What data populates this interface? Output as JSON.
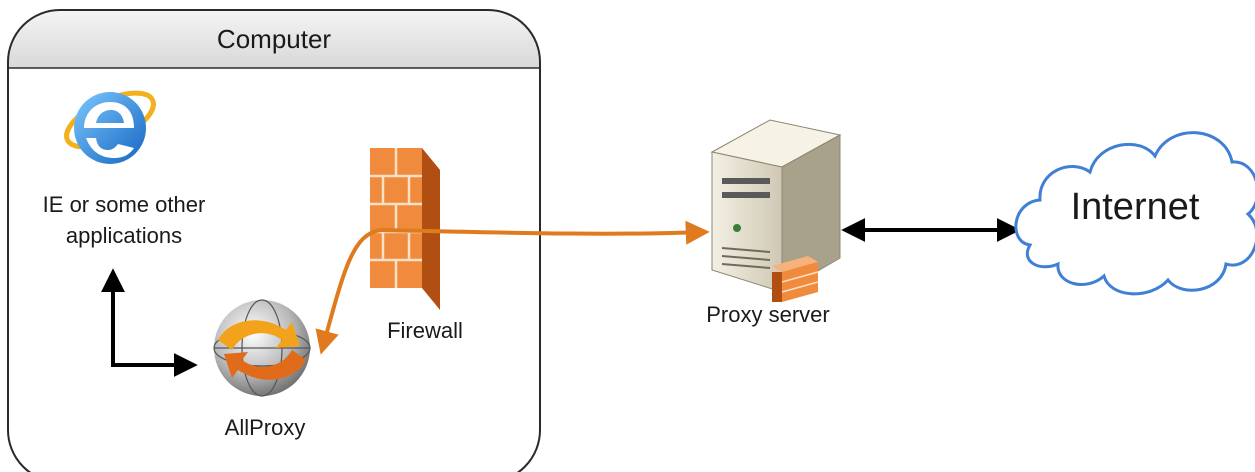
{
  "computer": {
    "title": "Computer"
  },
  "applications": {
    "label": "IE or some other applications",
    "icon": "internet-explorer-icon"
  },
  "allproxy": {
    "label": "AllProxy",
    "icon": "allproxy-globe-icon"
  },
  "firewall": {
    "label": "Firewall",
    "icon": "brick-firewall-icon"
  },
  "proxy_server": {
    "label": "Proxy server",
    "icon": "server-tower-icon"
  },
  "internet": {
    "label": "Internet",
    "icon": "cloud-icon"
  },
  "colors": {
    "frame": "#2a2a2a",
    "header_fill": "#e2e2e2",
    "traffic_arrow": "#e07a1f",
    "link_arrow": "#000000",
    "cloud_stroke": "#3f7fd6",
    "firewall_brick": "#f08a3c"
  }
}
